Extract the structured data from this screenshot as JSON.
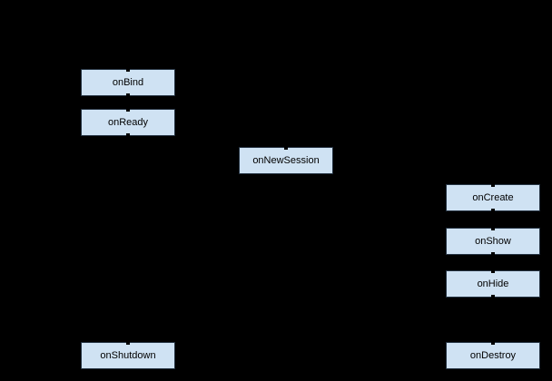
{
  "diagram": {
    "type": "lifecycle-flowchart",
    "colors": {
      "background": "#000000",
      "node_fill": "#cfe2f3",
      "node_border": "#243241",
      "node_text": "#000000"
    },
    "nodes": [
      {
        "id": "onBind",
        "label": "onBind"
      },
      {
        "id": "onReady",
        "label": "onReady"
      },
      {
        "id": "onNewSession",
        "label": "onNewSession"
      },
      {
        "id": "onCreate",
        "label": "onCreate"
      },
      {
        "id": "onShow",
        "label": "onShow"
      },
      {
        "id": "onHide",
        "label": "onHide"
      },
      {
        "id": "onShutdown",
        "label": "onShutdown"
      },
      {
        "id": "onDestroy",
        "label": "onDestroy"
      }
    ]
  }
}
